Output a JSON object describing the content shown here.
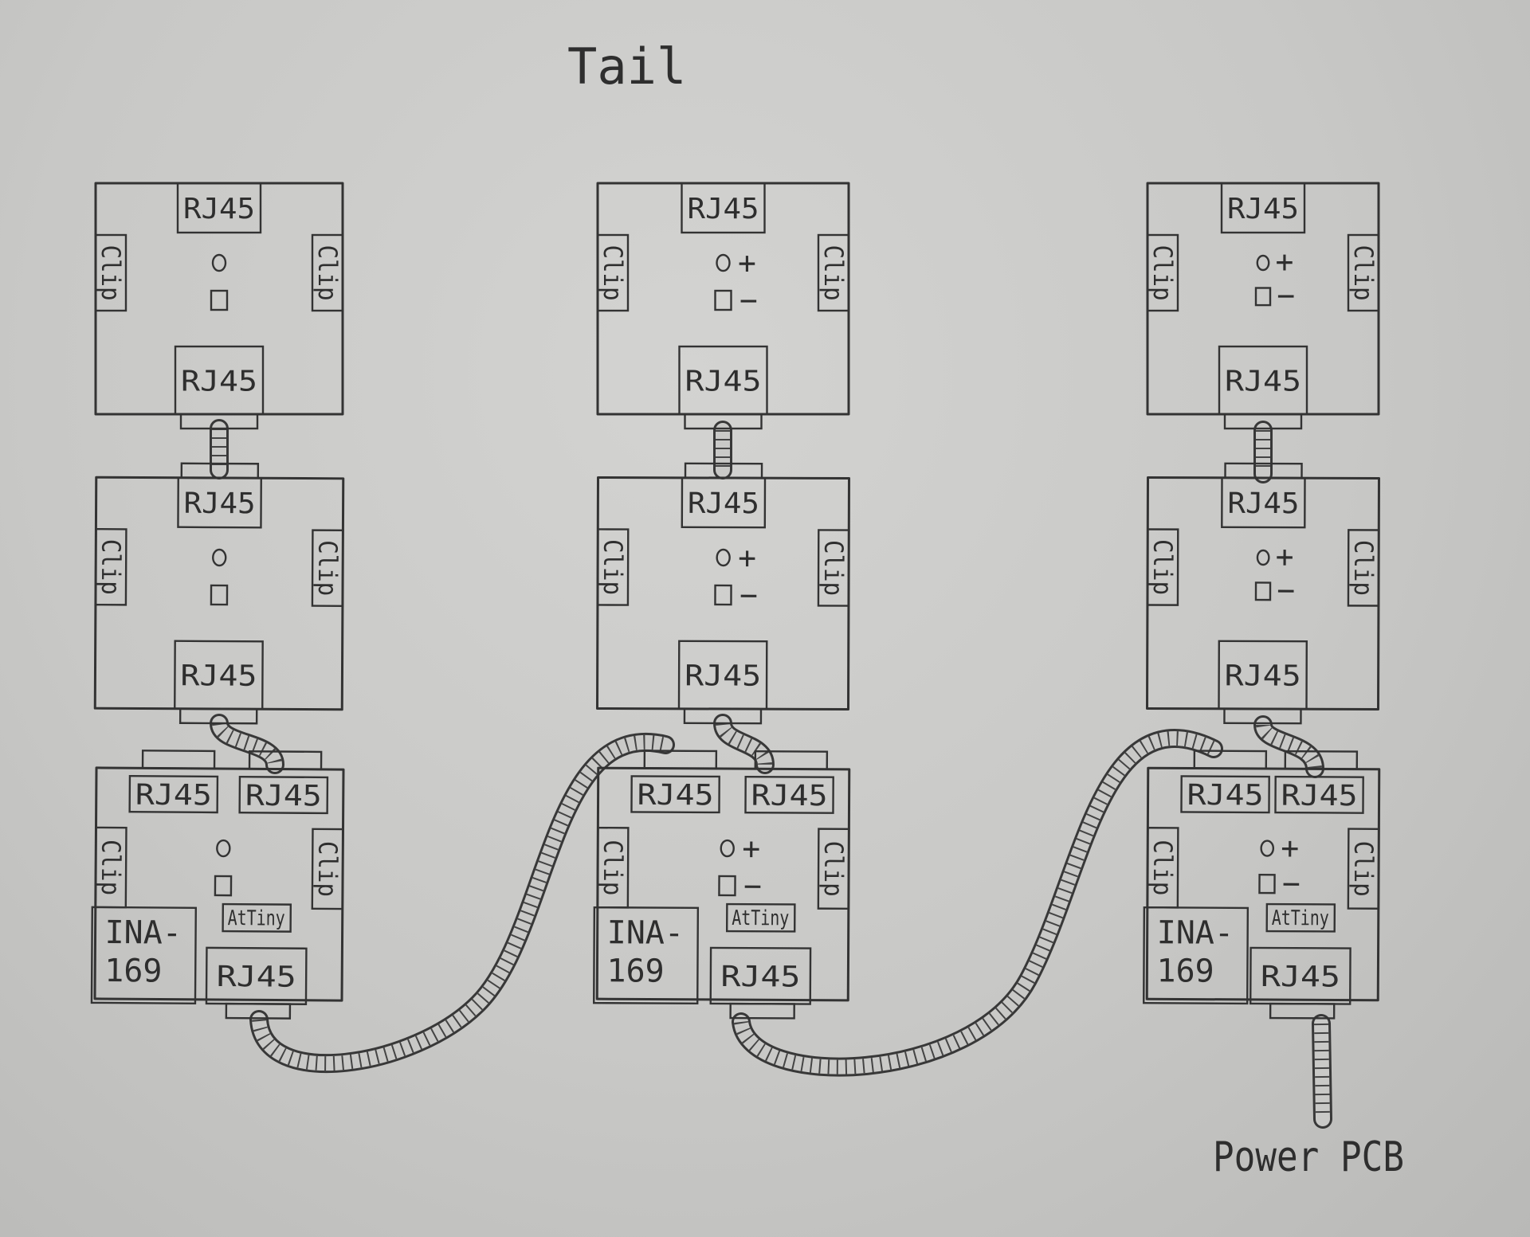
{
  "title": "Tail",
  "power_label": "Power PCB",
  "connector_label": "RJ45",
  "clip_label": "Clip",
  "chip_ina": [
    "INA-",
    "169"
  ],
  "chip_mcu": "AtTiny",
  "led_plus": "+",
  "led_minus": "−",
  "columns": [
    {
      "boards": [
        {
          "kind": "module",
          "polarity_marks": false
        },
        {
          "kind": "module",
          "polarity_marks": false
        },
        {
          "kind": "sensor",
          "polarity_marks": false
        }
      ]
    },
    {
      "boards": [
        {
          "kind": "module",
          "polarity_marks": true
        },
        {
          "kind": "module",
          "polarity_marks": true
        },
        {
          "kind": "sensor",
          "polarity_marks": true
        }
      ]
    },
    {
      "boards": [
        {
          "kind": "module",
          "polarity_marks": true
        },
        {
          "kind": "module",
          "polarity_marks": true
        },
        {
          "kind": "sensor",
          "polarity_marks": true
        }
      ]
    }
  ],
  "cables": [
    {
      "from": "column 1 sensor board RJ45 (bottom)",
      "to": "column 2 sensor board RJ45 (top-left)"
    },
    {
      "from": "column 2 sensor board RJ45 (bottom)",
      "to": "column 3 sensor board RJ45 (top-left)"
    },
    {
      "from": "column 3 sensor board RJ45 (bottom)",
      "to": "Power PCB"
    }
  ]
}
